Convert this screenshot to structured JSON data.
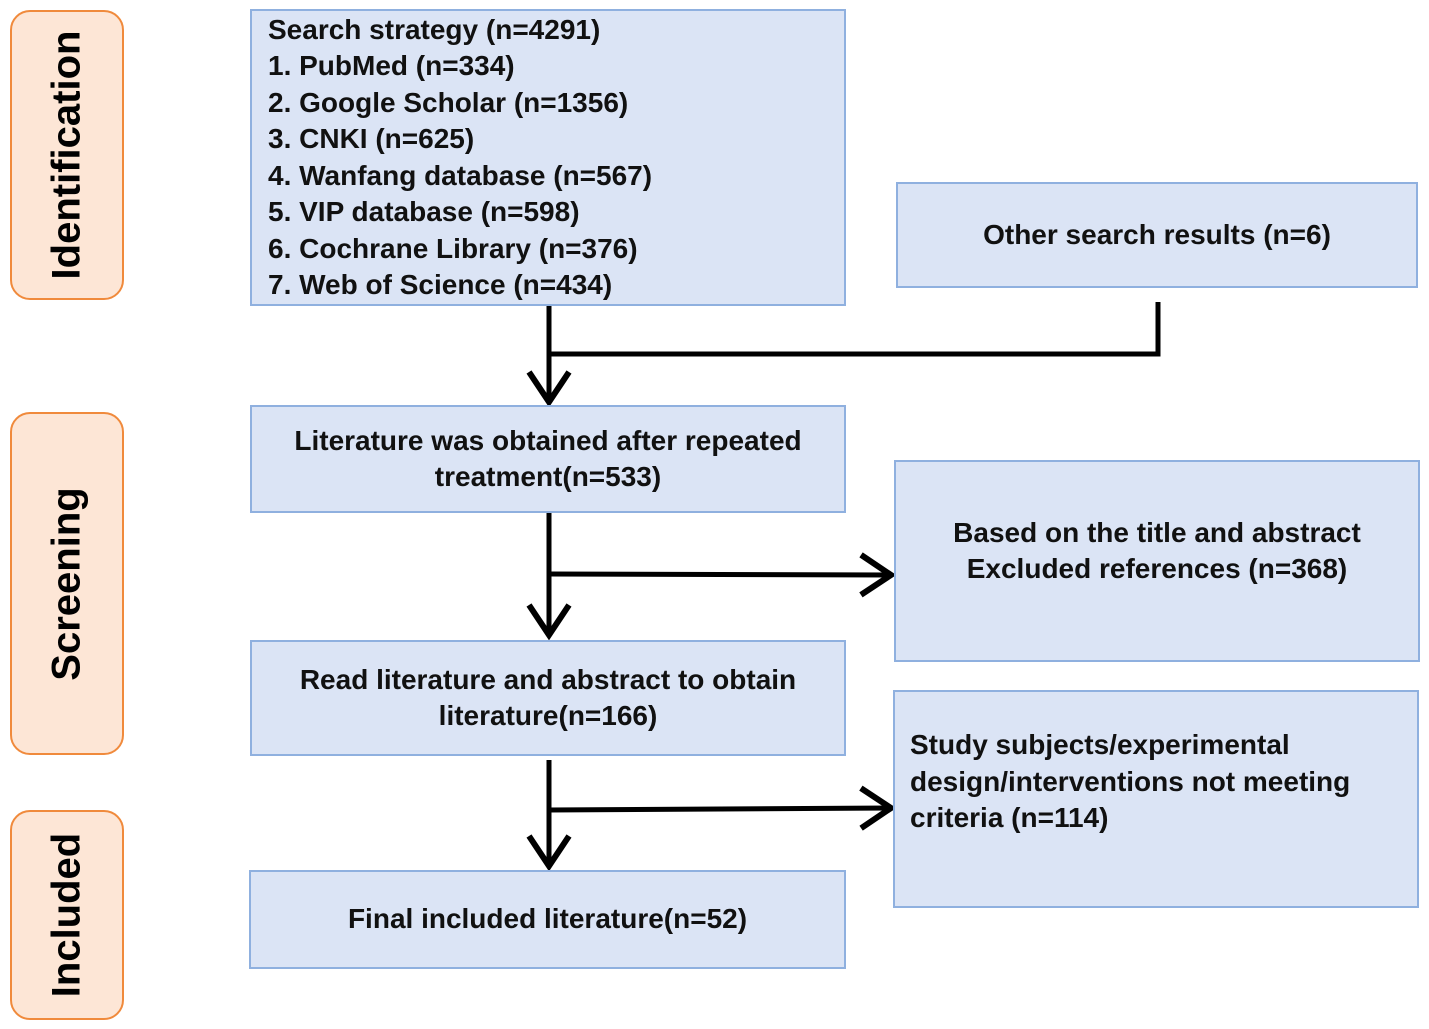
{
  "stages": {
    "identification": "Identification",
    "screening": "Screening",
    "included": "Included"
  },
  "search_strategy": {
    "lines": [
      "Search strategy (n=4291)",
      "1. PubMed (n=334)",
      "2. Google Scholar (n=1356)",
      "3. CNKI (n=625)",
      "4. Wanfang database (n=567)",
      "5. VIP database (n=598)",
      "6. Cochrane Library (n=376)",
      "7. Web of Science (n=434)"
    ]
  },
  "other_results": "Other search results (n=6)",
  "after_dedup": {
    "line1": "Literature was obtained after repeated",
    "line2": "treatment(n=533)"
  },
  "excluded_title_abstract": {
    "line1": "Based on the title and abstract",
    "line2": "Excluded references (n=368)"
  },
  "read_literature": {
    "line1": "Read literature and abstract to obtain",
    "line2": "literature(n=166)"
  },
  "excluded_criteria": {
    "line1": "Study subjects/experimental",
    "line2": "design/interventions not meeting",
    "line3": "criteria (n=114)"
  },
  "final_included": "Final included literature(n=52)",
  "colors": {
    "box_fill": "#dbe4f5",
    "box_border": "#8fb0df",
    "stage_fill": "#fde6d6",
    "stage_border": "#f08a3c",
    "arrow": "#000000"
  }
}
